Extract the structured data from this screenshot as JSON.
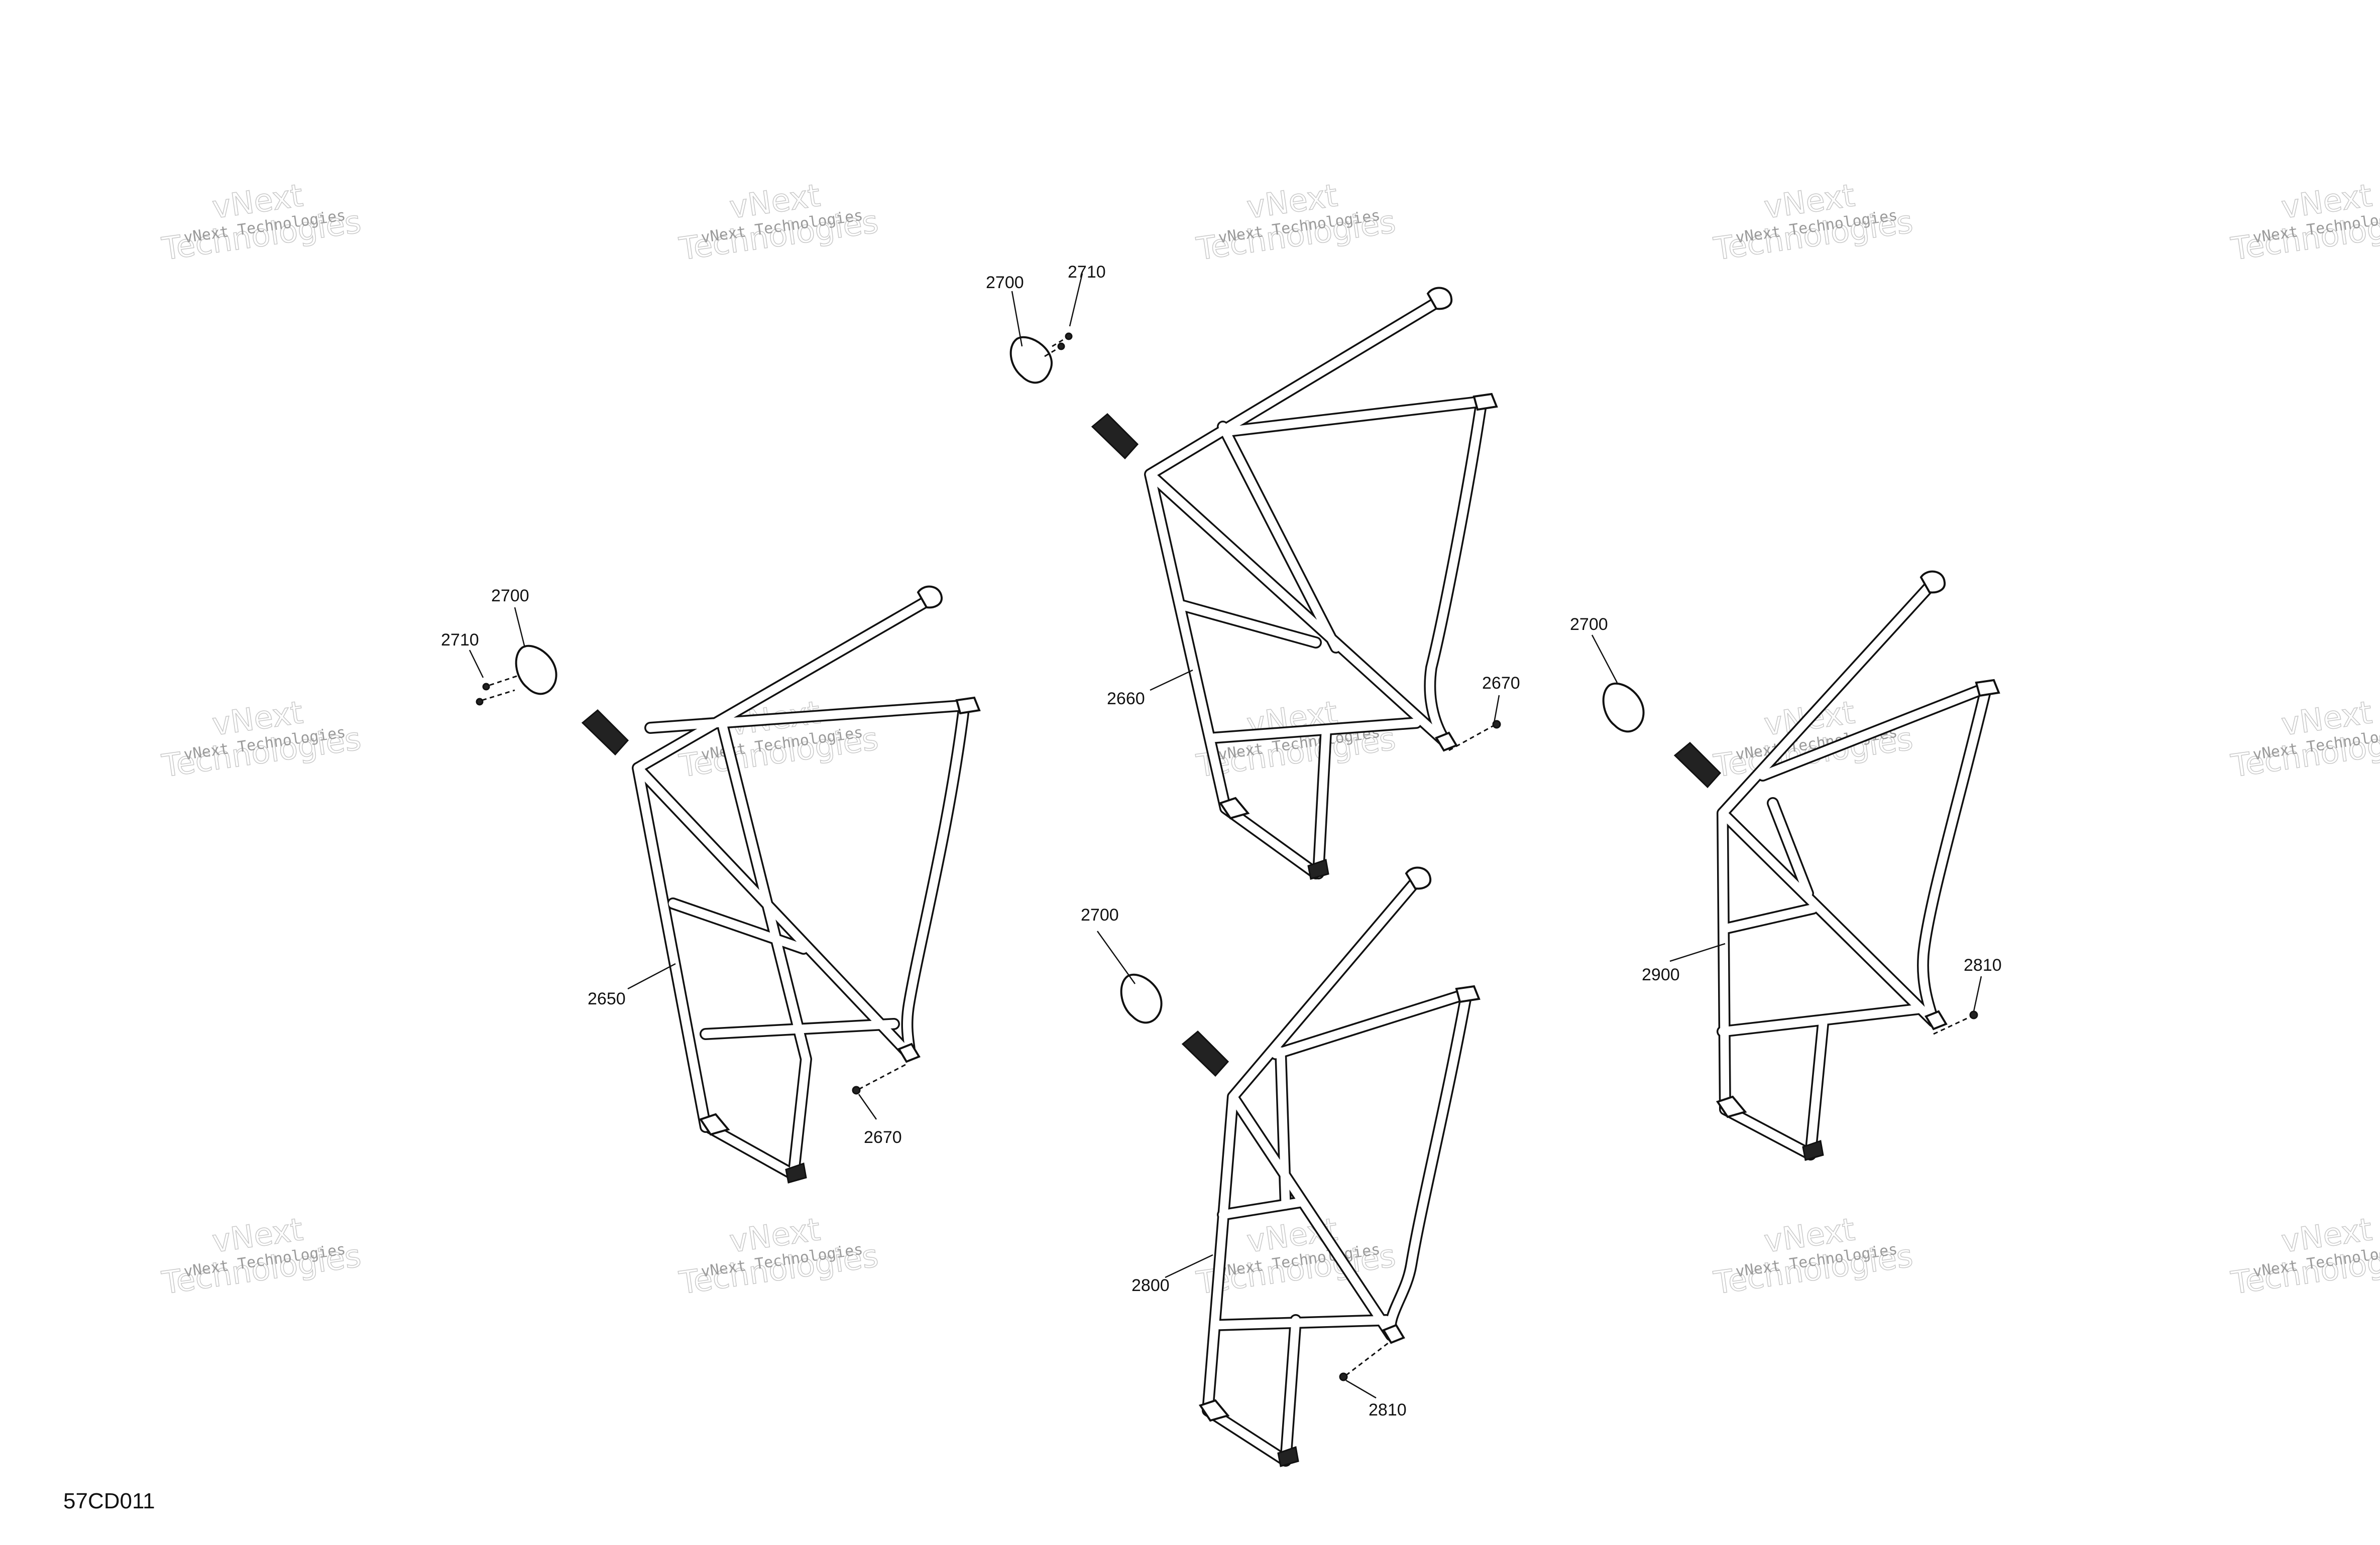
{
  "diagram_id": "57CD011",
  "watermark": {
    "line1": "vNext Technologies",
    "line2": "vNext",
    "line3": "Technologies"
  },
  "callouts": {
    "c2700a": "2700",
    "c2710a": "2710",
    "c2700b": "2700",
    "c2710b": "2710",
    "c2650": "2650",
    "c2670a": "2670",
    "c2660": "2660",
    "c2670b": "2670",
    "c2700c": "2700",
    "c2800": "2800",
    "c2810a": "2810",
    "c2700d": "2700",
    "c2900": "2900",
    "c2810b": "2810"
  }
}
